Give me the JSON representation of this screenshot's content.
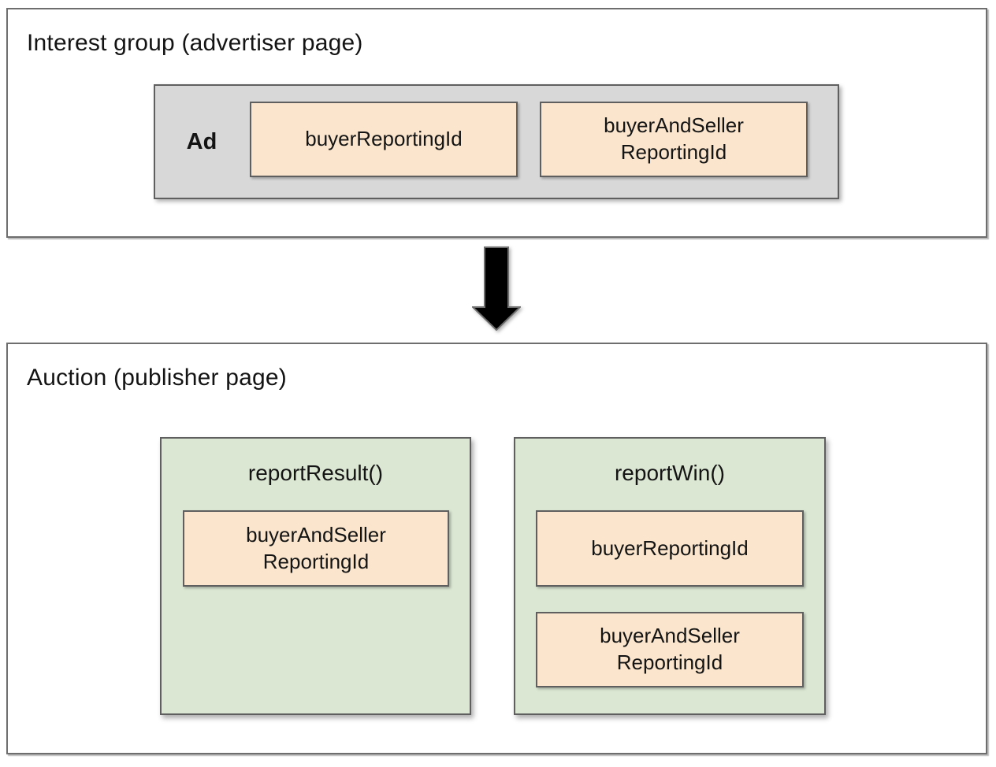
{
  "colors": {
    "peach": "#fbe6cd",
    "green": "#dbe7d3",
    "gray": "#d8d8d8",
    "border-dark": "#5f5f5f",
    "border-outer": "#6e6e6e",
    "arrow": "#000000",
    "text": "#141414"
  },
  "interest_group": {
    "title": "Interest group (advertiser page)",
    "ad": {
      "label": "Ad",
      "chips": [
        {
          "label": "buyerReportingId"
        },
        {
          "label": "buyerAndSeller\nReportingId"
        }
      ]
    }
  },
  "arrow": {
    "icon": "down-arrow"
  },
  "auction": {
    "title": "Auction (publisher page)",
    "functions": [
      {
        "name": "reportResult()",
        "chips": [
          {
            "label": "buyerAndSeller\nReportingId"
          }
        ]
      },
      {
        "name": "reportWin()",
        "chips": [
          {
            "label": "buyerReportingId"
          },
          {
            "label": "buyerAndSeller\nReportingId"
          }
        ]
      }
    ]
  }
}
